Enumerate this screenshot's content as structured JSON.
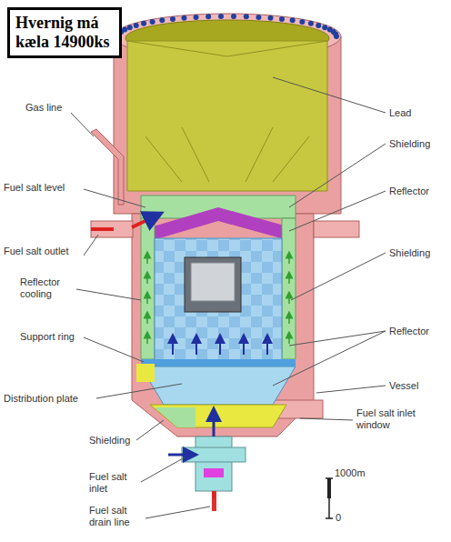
{
  "diagram": {
    "title": "Hvernig má kæla 14900ks",
    "labels": [
      "Gas line",
      "Fuel salt level",
      "Fuel salt outlet",
      "Reflector cooling",
      "Support ring",
      "Distribution plate",
      "Shielding",
      "Fuel salt inlet",
      "Fuel salt drain line",
      "Lead",
      "Shielding",
      "Reflector",
      "Shielding",
      "Reflector",
      "Vessel",
      "Fuel salt inlet window",
      "1000m",
      "0"
    ]
  }
}
